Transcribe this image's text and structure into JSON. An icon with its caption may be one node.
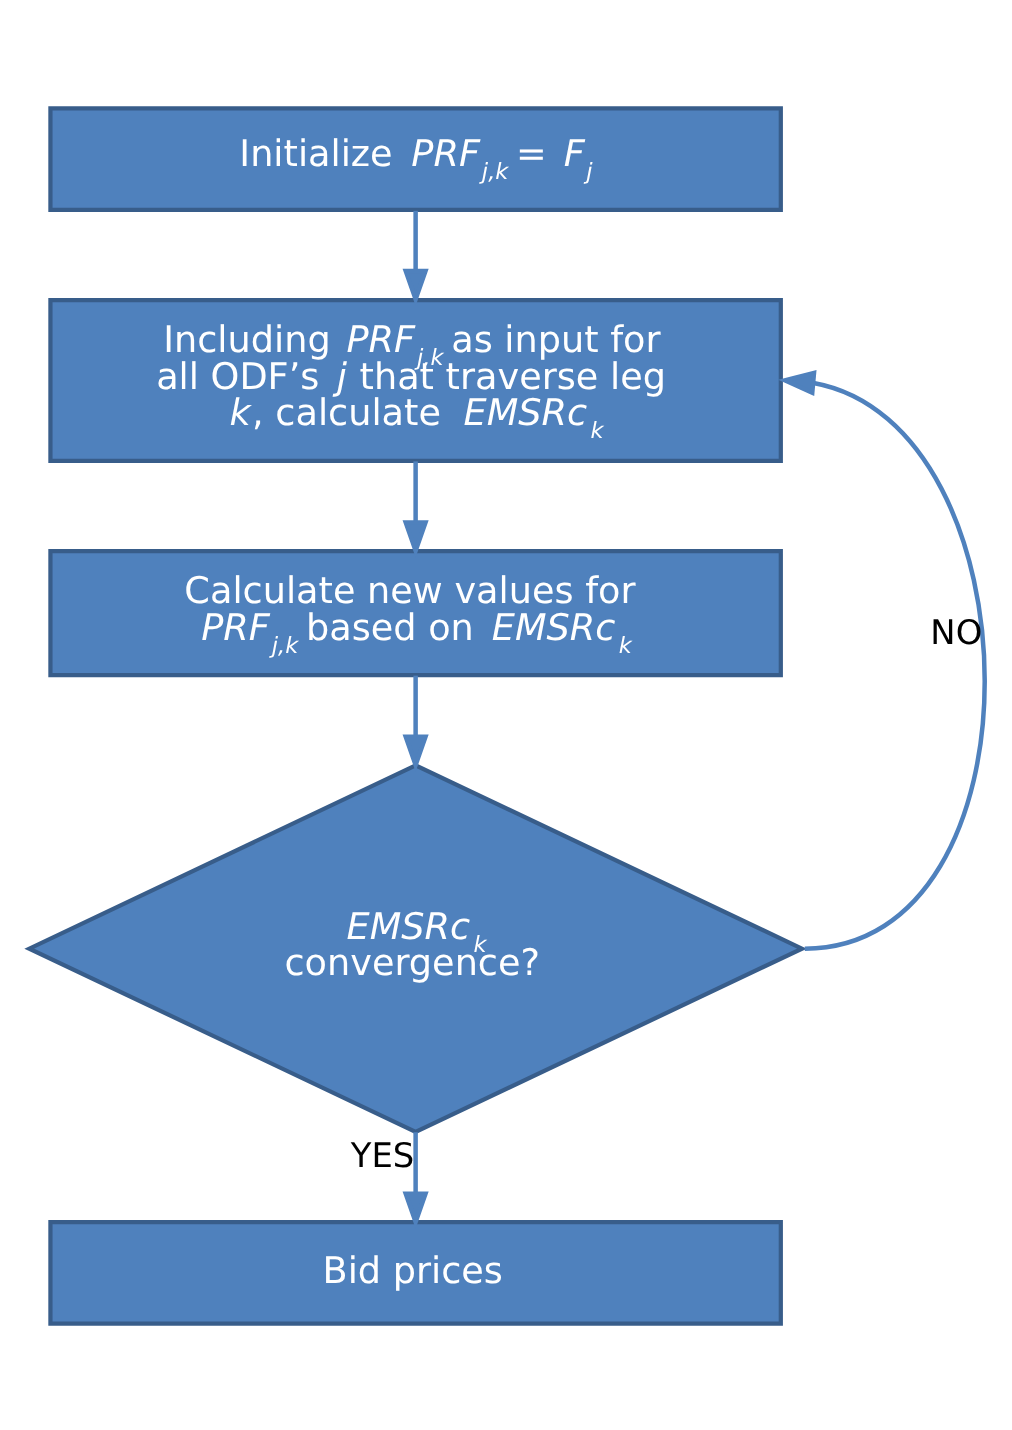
{
  "diagram": {
    "nodes": [
      {
        "text": [
          "Initialize *PRF*$_{j,k}$ = *F*$_{j}$"
        ]
      },
      {
        "text": [
          "Including *PRF*$_{j,k}$ as input for all ODF’s *j* that traverse leg *k*, calculate *EMSRc*$_{k}$"
        ]
      },
      {
        "text": [
          "Calculate new values for *PRF*$_{j,k}$ based on *EMSRc*$_{k}$"
        ]
      },
      {
        "text": [
          "*EMSRc*$_{k}$ convergence?"
        ]
      },
      {
        "text": [
          "Bid prices"
        ]
      }
    ],
    "edges": [
      {
        "from": 0,
        "to": 1,
        "arrow": "to"
      },
      {
        "from": 1,
        "to": 2,
        "arrow": "to"
      },
      {
        "from": 2,
        "to": 3,
        "arrow": "to"
      },
      {
        "from": 3,
        "to": 4,
        "arrow": "to",
        "label": "YES"
      },
      {
        "from": 3,
        "to": 1,
        "arrow": "to",
        "label": "NO"
      }
    ]
  }
}
